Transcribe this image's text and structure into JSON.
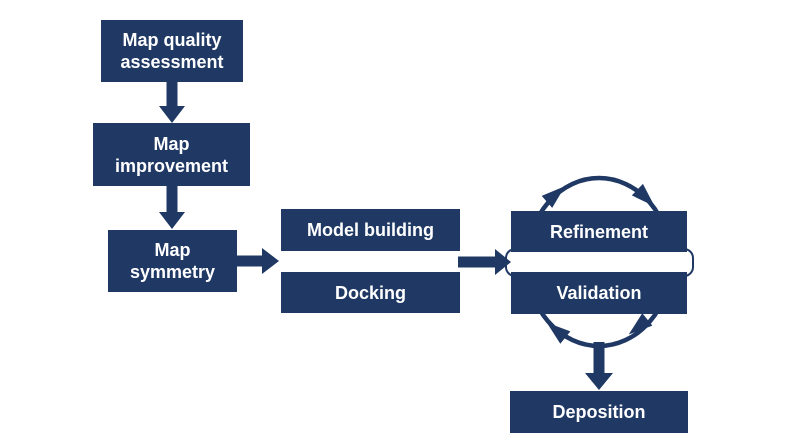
{
  "diagram": {
    "description": "Cryo-EM map-to-model workflow flowchart",
    "colors": {
      "node_fill": "#1f3864",
      "node_text": "#ffffff",
      "arrow": "#1f3864",
      "background": "#ffffff"
    },
    "nodes": [
      {
        "id": "map-quality-assessment",
        "label": "Map quality\nassessment"
      },
      {
        "id": "map-improvement",
        "label": "Map\nimprovement"
      },
      {
        "id": "map-symmetry",
        "label": "Map\nsymmetry"
      },
      {
        "id": "model-building",
        "label": "Model building"
      },
      {
        "id": "docking",
        "label": "Docking"
      },
      {
        "id": "refinement",
        "label": "Refinement"
      },
      {
        "id": "validation",
        "label": "Validation"
      },
      {
        "id": "deposition",
        "label": "Deposition"
      }
    ],
    "edges": [
      {
        "from": "map-quality-assessment",
        "to": "map-improvement",
        "type": "straight"
      },
      {
        "from": "map-improvement",
        "to": "map-symmetry",
        "type": "straight"
      },
      {
        "from": "map-symmetry",
        "to": "model-building / docking",
        "type": "straight"
      },
      {
        "from": "model-building / docking",
        "to": "refinement / validation",
        "type": "straight"
      },
      {
        "from": "refinement",
        "to": "validation",
        "type": "cycle"
      },
      {
        "from": "validation",
        "to": "refinement",
        "type": "cycle"
      },
      {
        "from": "refinement / validation cycle",
        "to": "deposition",
        "type": "straight"
      }
    ]
  }
}
